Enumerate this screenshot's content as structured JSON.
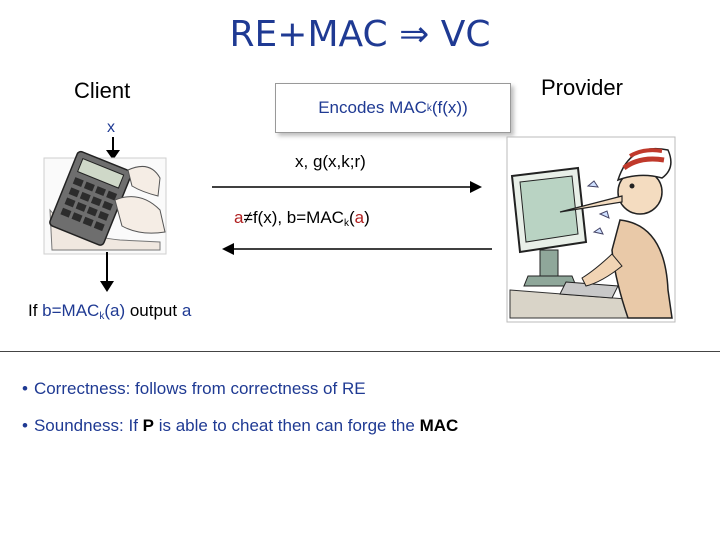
{
  "title": "RE+MAC ⇒ VC",
  "client": "Client",
  "provider": "Provider",
  "input_x": "x",
  "callout": {
    "prefix": "Encodes MAC",
    "sub": "k",
    "suffix": "(f(x))"
  },
  "message_1": "x, g(x,k;r)",
  "message_2": {
    "a": "a",
    "neq": "≠",
    "rest": "f(x), b=MAC",
    "sub": "k",
    "open": "(",
    "a2": "a",
    "close": ")"
  },
  "output": {
    "if": "If ",
    "b": "b=MAC",
    "sub": "k",
    "arg": "(a)",
    "mid": " output ",
    "a": "a"
  },
  "bullets": [
    {
      "dot": "•",
      "head": "Correctness:",
      "text": " follows from correctness of RE"
    },
    {
      "dot": "•",
      "head": "Soundness:",
      "pre": " If ",
      "p": "P",
      "mid": " is able to cheat then can forge the ",
      "mac": "MAC"
    }
  ]
}
